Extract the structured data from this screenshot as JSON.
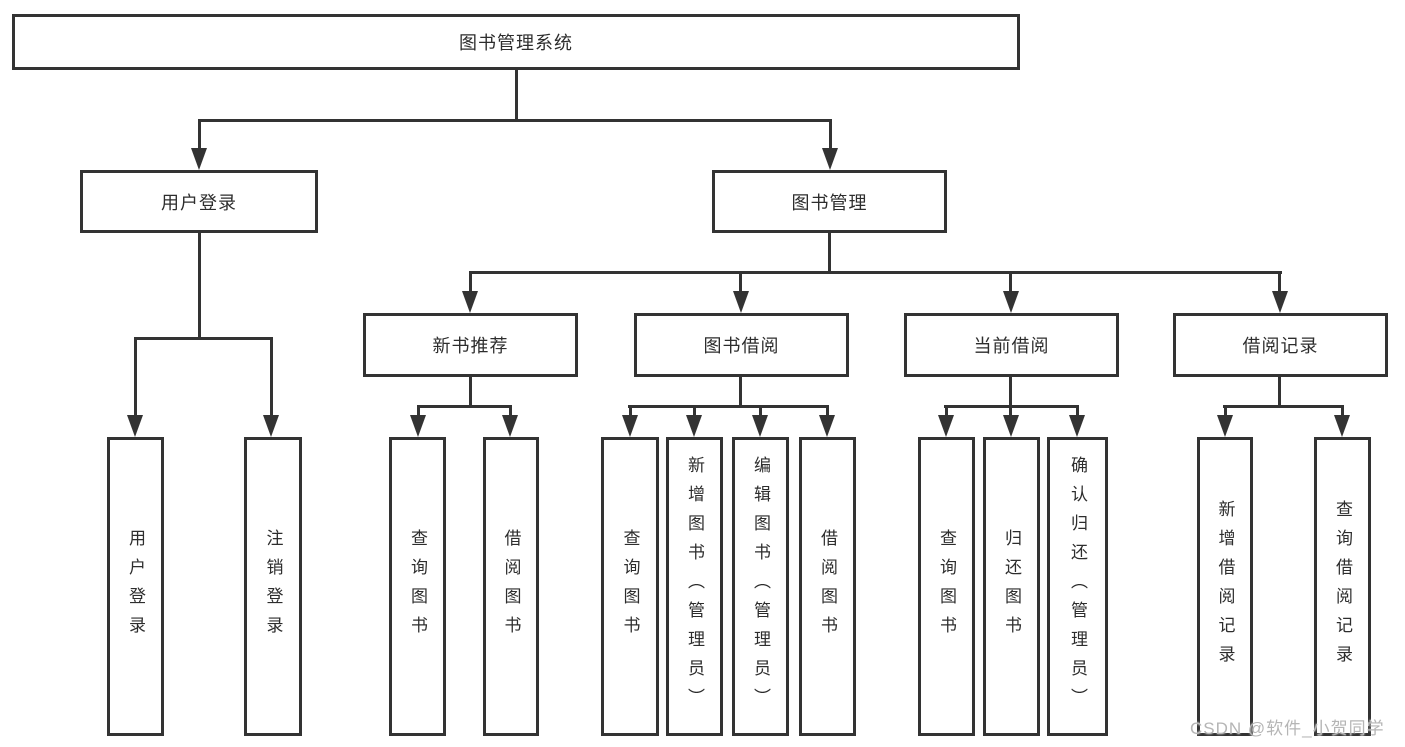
{
  "tree": {
    "root": {
      "label": "图书管理系统",
      "children": [
        {
          "label": "用户登录",
          "children": [
            {
              "label": "用户登录"
            },
            {
              "label": "注销登录"
            }
          ]
        },
        {
          "label": "图书管理",
          "children": [
            {
              "label": "新书推荐",
              "children": [
                {
                  "label": "查询图书"
                },
                {
                  "label": "借阅图书"
                }
              ]
            },
            {
              "label": "图书借阅",
              "children": [
                {
                  "label": "查询图书"
                },
                {
                  "label": "新增图书（管理员）"
                },
                {
                  "label": "编辑图书（管理员）"
                },
                {
                  "label": "借阅图书"
                }
              ]
            },
            {
              "label": "当前借阅",
              "children": [
                {
                  "label": "查询图书"
                },
                {
                  "label": "归还图书"
                },
                {
                  "label": "确认归还（管理员）"
                }
              ]
            },
            {
              "label": "借阅记录",
              "children": [
                {
                  "label": "新增借阅记录"
                },
                {
                  "label": "查询借阅记录"
                }
              ]
            }
          ]
        }
      ]
    }
  },
  "watermark": {
    "text": "CSDN @软件_小贺同学"
  },
  "colors": {
    "line": "#333333",
    "border": "#333333",
    "text": "#2d2d2d",
    "watermark": "#b5b5b5",
    "background": "#ffffff"
  }
}
